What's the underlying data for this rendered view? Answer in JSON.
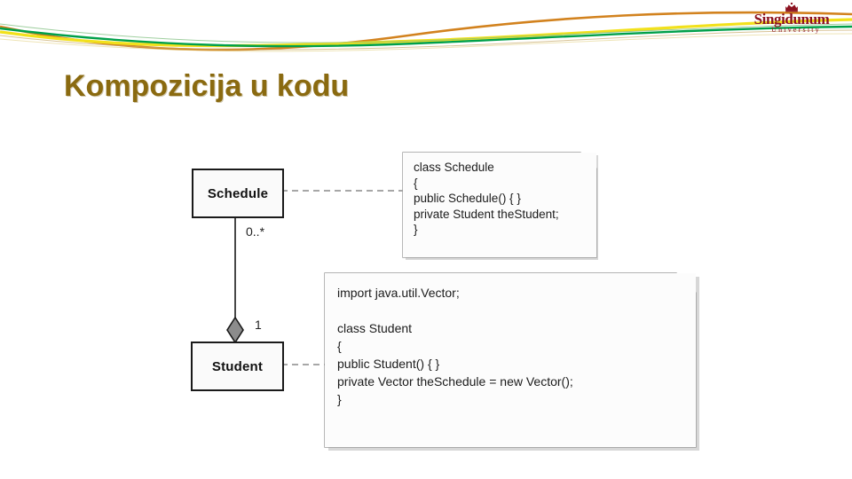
{
  "slide": {
    "title": "Kompozicija u kodu",
    "title_color": "#8A6A10",
    "background": "#ffffff"
  },
  "logo": {
    "name": "Singidunum",
    "subtitle": "University",
    "emblem_icon": "crown-emblem-icon",
    "color": "#8C1321"
  },
  "header_wave": {
    "colors": {
      "orange": "#D2821E",
      "yellow": "#F2E11C",
      "green": "#00A04A",
      "pale_green": "#9FC98A",
      "pale_tan": "#C8A96A"
    }
  },
  "diagram": {
    "type": "uml-class-diagram",
    "classes": [
      {
        "id": "schedule",
        "name": "Schedule"
      },
      {
        "id": "student",
        "name": "Student"
      }
    ],
    "association": {
      "kind": "composition",
      "diamond_end": "student",
      "diamond_fill": "#8C8C8C",
      "multiplicity_near_schedule": "0..*",
      "multiplicity_near_student": "1"
    },
    "notes": [
      {
        "id": "note-schedule",
        "attached_to": "Schedule",
        "code": "class Schedule\n{\npublic Schedule() { }\nprivate Student theStudent;\n}"
      },
      {
        "id": "note-student",
        "attached_to": "Student",
        "code": "import java.util.Vector;\n\nclass Student\n{\npublic Student() { }\nprivate Vector theSchedule = new Vector();\n}"
      }
    ]
  }
}
